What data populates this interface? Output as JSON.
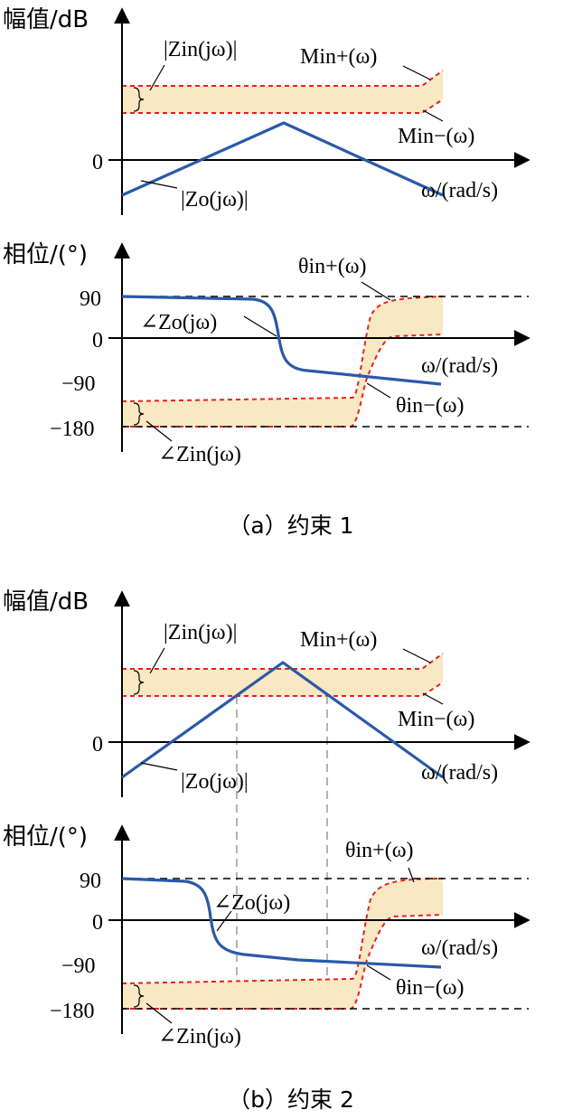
{
  "panels": [
    {
      "caption": "（a）约束 1",
      "magnitude": {
        "ylabel": "幅值/dB",
        "xlabel": "ω/(rad/s)",
        "zero_tick": "0",
        "labels": {
          "zin": "|Zin(jω)|",
          "mplus": "Min+(ω)",
          "mminus": "Min−(ω)",
          "zo": "|Zo(jω)|"
        }
      },
      "phase": {
        "ylabel": "相位/(°)",
        "xlabel": "ω/(rad/s)",
        "ticks": [
          "90",
          "0",
          "−90",
          "−180"
        ],
        "labels": {
          "zo": "∠Zo(jω)",
          "thplus": "θin+(ω)",
          "thminus": "θin−(ω)",
          "zin": "∠Zin(jω)"
        }
      }
    },
    {
      "caption": "（b）约束 2",
      "magnitude": {
        "ylabel": "幅值/dB",
        "xlabel": "ω/(rad/s)",
        "zero_tick": "0",
        "labels": {
          "zin": "|Zin(jω)|",
          "mplus": "Min+(ω)",
          "mminus": "Min−(ω)",
          "zo": "|Zo(jω)|"
        }
      },
      "phase": {
        "ylabel": "相位/(°)",
        "xlabel": "ω/(rad/s)",
        "ticks": [
          "90",
          "0",
          "−90",
          "−180"
        ],
        "labels": {
          "zo": "∠Zo(jω)",
          "thplus": "θin+(ω)",
          "thminus": "θin−(ω)",
          "zin": "∠Zin(jω)"
        }
      }
    }
  ]
}
